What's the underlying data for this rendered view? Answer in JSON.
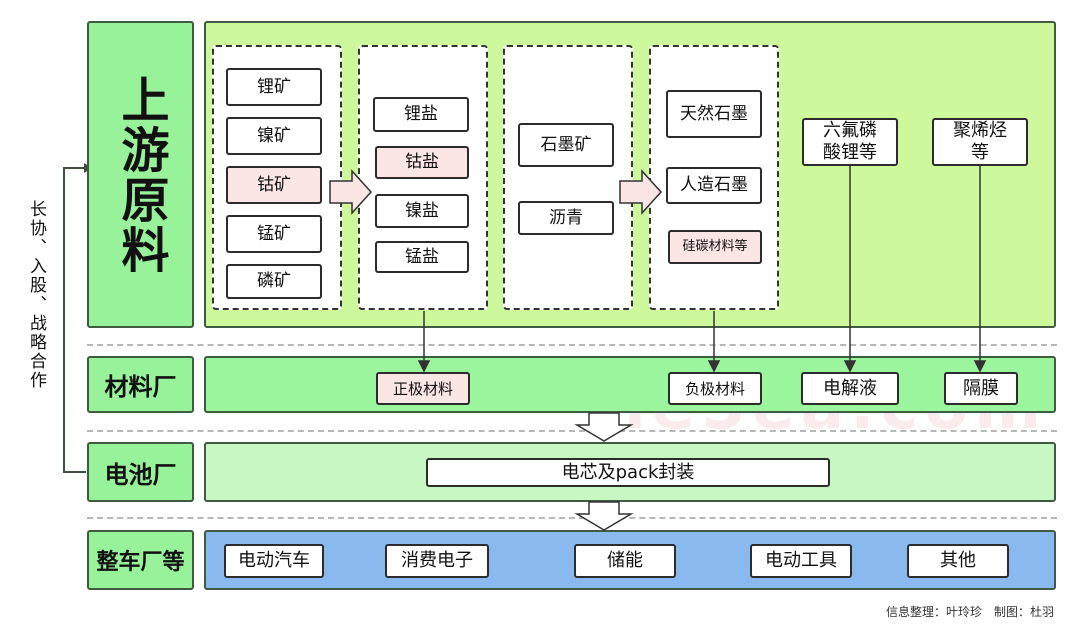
{
  "side_text": "长协、入股、战略合作",
  "rows": {
    "upstream": {
      "label": "上游原料"
    },
    "material": {
      "label": "材料厂"
    },
    "battery": {
      "label": "电池厂"
    },
    "vehicle": {
      "label": "整车厂等"
    }
  },
  "upstream": {
    "minerals": [
      "锂矿",
      "镍矿",
      "钴矿",
      "锰矿",
      "磷矿"
    ],
    "salts": [
      "锂盐",
      "钴盐",
      "镍盐",
      "锰盐"
    ],
    "graphite_ore": [
      "石墨矿",
      "沥青"
    ],
    "graphite": [
      "天然石墨",
      "人造石墨",
      "硅碳材料等"
    ],
    "electrolyte_salt": "六氟磷\n酸锂等",
    "separator_material": "聚烯烃\n等"
  },
  "materials": {
    "cathode": "正极材料",
    "anode": "负极材料",
    "electrolyte": "电解液",
    "separator": "隔膜"
  },
  "battery": {
    "cell": "电芯及pack封装"
  },
  "vehicles": [
    "电动汽车",
    "消费电子",
    "储能",
    "电动工具",
    "其他"
  ],
  "watermark": "ne5ea.com",
  "credit": "信息整理：叶玲珍　制图：杜羽",
  "colors": {
    "upstream_bg": "#cdf99c",
    "label_bg": "#97f29a",
    "material_bg": "#9bf59c",
    "battery_bg": "#c9f7c4",
    "vehicle_bg": "#8ab9f0",
    "pink_box": "#fbe5e5"
  }
}
